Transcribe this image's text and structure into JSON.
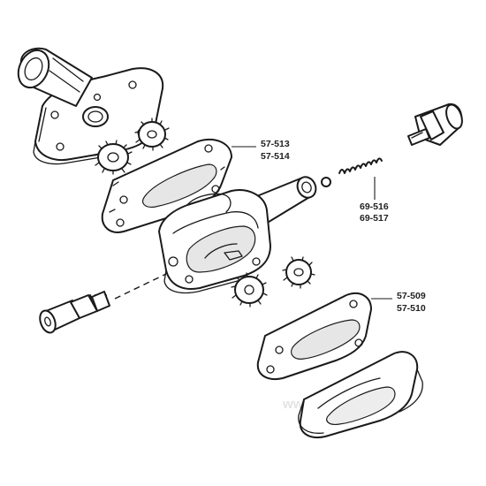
{
  "labels": {
    "upper_gasket": [
      "57-513",
      "57-514"
    ],
    "spring": [
      "69-516",
      "69-517"
    ],
    "lower_gasket": [
      "57-509",
      "57-510"
    ]
  },
  "watermark": "www.wi...g.com",
  "colors": {
    "ink": "#1a1a1a",
    "background": "#ffffff"
  }
}
